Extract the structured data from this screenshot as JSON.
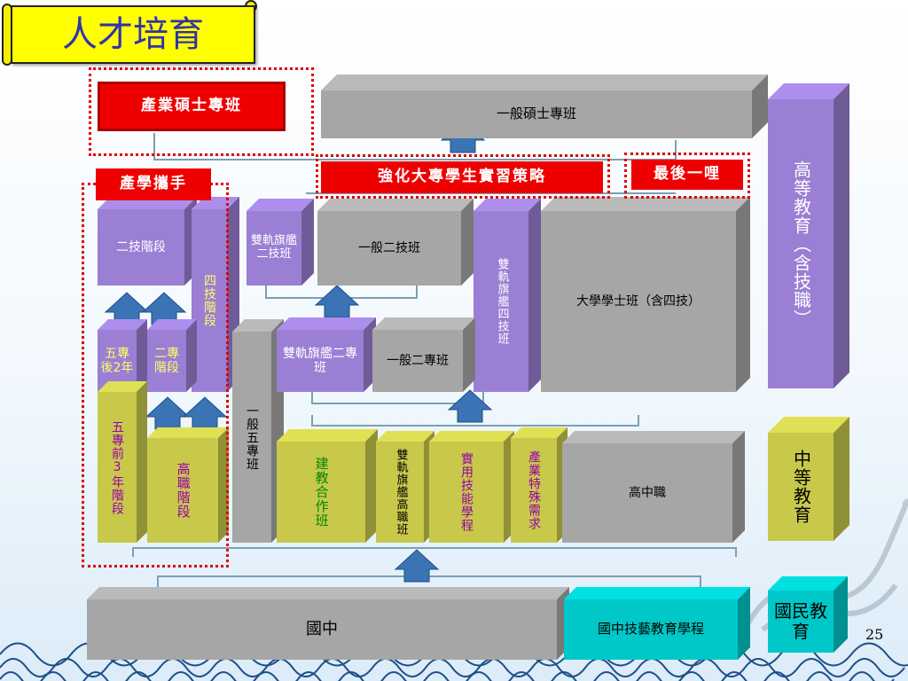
{
  "header": {
    "title": "人才培育"
  },
  "tags": {
    "industry_master": "產業碩士專班",
    "industry_academia": "產學攜手",
    "internship": "強化大專學生實習策略",
    "last_mile": "最後一哩"
  },
  "boxes": {
    "general_master": "一般碩士專班",
    "higher_edu": "高等教育（含技職）",
    "secondary_edu": "中等教育",
    "national_edu": "國民教育",
    "two_tech_stage": "二技階段",
    "four_tech_stage": "四技階段",
    "five_after": "五專後2年",
    "two_junior_stage": "二專階段",
    "five_before": "五專前3年階段",
    "vocational_stage": "高職階段",
    "general_five": "一般五專班",
    "dual_two_tech": "雙軌旗艦二技班",
    "general_two_tech": "一般二技班",
    "dual_four_tech": "雙軌旗艦四技班",
    "university": "大學學士班（含四技）",
    "dual_junior": "雙軌旗艦二專班",
    "general_junior": "一般二專班",
    "coop": "建教合作班",
    "dual_voc": "雙軌旗艦高職班",
    "practical": "實用技能學程",
    "special_needs": "產業特殊需求",
    "high_voc": "高中職",
    "junior_high": "國中",
    "jh_skill": "國中技藝教育學程"
  },
  "footer": {
    "page_number": "25"
  },
  "colors": {
    "purple": "#9b7fd4",
    "gray": "#a6a6a6",
    "olive": "#c8c84b",
    "red": "#ee0000",
    "cyan": "#00c8c8",
    "arrow": "#3a74b5"
  }
}
